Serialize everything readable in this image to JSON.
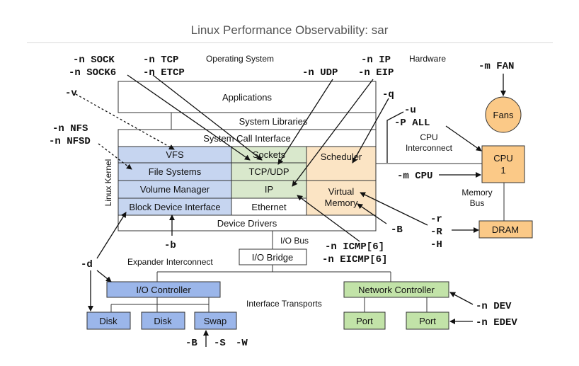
{
  "title": "Linux Performance Observability: sar",
  "colors": {
    "blue": "#c6d5f0",
    "green": "#d9e8cc",
    "orange": "#fbe4c4",
    "hw_blue": "#9bb6ea",
    "hw_green": "#c2e3a8",
    "hw_orange": "#fbc987"
  },
  "labels": {
    "operating_system": "Operating System",
    "hardware": "Hardware",
    "linux_kernel": "Linux Kernel",
    "applications": "Applications",
    "system_libraries": "System Libraries",
    "system_call_interface": "System Call Interface",
    "vfs": "VFS",
    "sockets": "Sockets",
    "scheduler": "Scheduler",
    "file_systems": "File Systems",
    "tcp_udp": "TCP/UDP",
    "volume_manager": "Volume Manager",
    "ip": "IP",
    "virtual": "Virtual",
    "memory": "Memory",
    "block_device_interface": "Block Device Interface",
    "ethernet": "Ethernet",
    "device_drivers": "Device Drivers",
    "io_bus": "I/O Bus",
    "io_bridge": "I/O Bridge",
    "expander_interconnect": "Expander Interconnect",
    "io_controller": "I/O Controller",
    "disk1": "Disk",
    "disk2": "Disk",
    "swap": "Swap",
    "interface_transports": "Interface Transports",
    "network_controller": "Network Controller",
    "port1": "Port",
    "port2": "Port",
    "fans": "Fans",
    "cpu_line1": "CPU",
    "cpu_line2": "1",
    "cpu_interconnect_1": "CPU",
    "cpu_interconnect_2": "Interconnect",
    "memory_bus_1": "Memory",
    "memory_bus_2": "Bus",
    "dram": "DRAM"
  },
  "commands": {
    "n_sock": "-n SOCK",
    "n_sock6": "-n SOCK6",
    "n_tcp": "-n TCP",
    "n_etcp": "-n ETCP",
    "n_ip": "-n IP",
    "n_udp": "-n UDP",
    "n_eip": "-n EIP",
    "m_fan": "-m FAN",
    "v": "-v",
    "q": "-q",
    "u": "-u",
    "p_all": "-P ALL",
    "n_nfs": "-n NFS",
    "n_nfsd": "-n NFSD",
    "m_cpu": "-m CPU",
    "r": "-r",
    "R": "-R",
    "H": "-H",
    "B_mem": "-B",
    "b": "-b",
    "n_icmp": "-n ICMP[6]",
    "n_eicmp": "-n EICMP[6]",
    "d": "-d",
    "swap_opts": "-B",
    "swap_S": "-S",
    "swap_W": "-W",
    "n_dev": "-n DEV",
    "n_edev": "-n EDEV"
  }
}
